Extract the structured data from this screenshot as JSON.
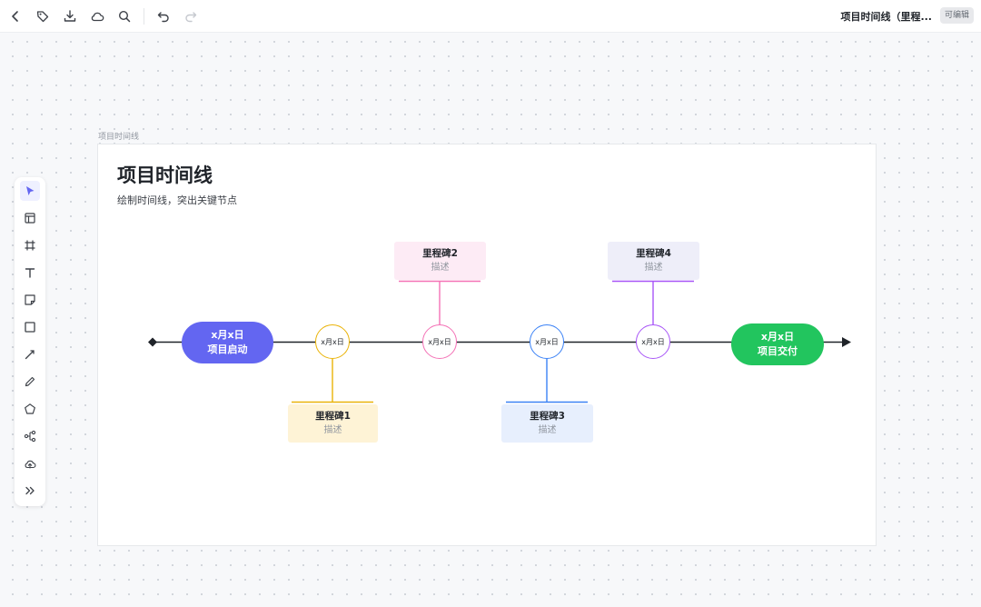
{
  "toolbar": {
    "doc_title": "项目时间线（里程...",
    "badge": "可编辑",
    "icons": [
      "back-icon",
      "tag-icon",
      "download-icon",
      "cloud-icon",
      "search-icon",
      "undo-icon",
      "redo-icon"
    ]
  },
  "tools": [
    "select-icon",
    "template-icon",
    "frame-icon",
    "text-icon",
    "sticky-note-icon",
    "rectangle-icon",
    "connector-icon",
    "pen-icon",
    "shape-icon",
    "mindmap-icon",
    "upload-icon",
    "more-icon"
  ],
  "frame": {
    "label": "项目时间线",
    "title": "项目时间线",
    "subtitle": "绘制时间线，突出关键节点"
  },
  "timeline": {
    "start": {
      "date": "x月x日",
      "label": "项目启动"
    },
    "end": {
      "date": "x月x日",
      "label": "项目交付"
    },
    "milestones": [
      {
        "date": "x月x日",
        "title": "里程碑1",
        "desc": "描述"
      },
      {
        "date": "x月x日",
        "title": "里程碑2",
        "desc": "描述"
      },
      {
        "date": "x月x日",
        "title": "里程碑3",
        "desc": "描述"
      },
      {
        "date": "x月x日",
        "title": "里程碑4",
        "desc": "描述"
      }
    ]
  },
  "colors": {
    "start": "#6366f1",
    "end": "#22c55e",
    "m1": "#eab308",
    "m2": "#f472b6",
    "m3": "#3b82f6",
    "m4": "#a855f7"
  }
}
